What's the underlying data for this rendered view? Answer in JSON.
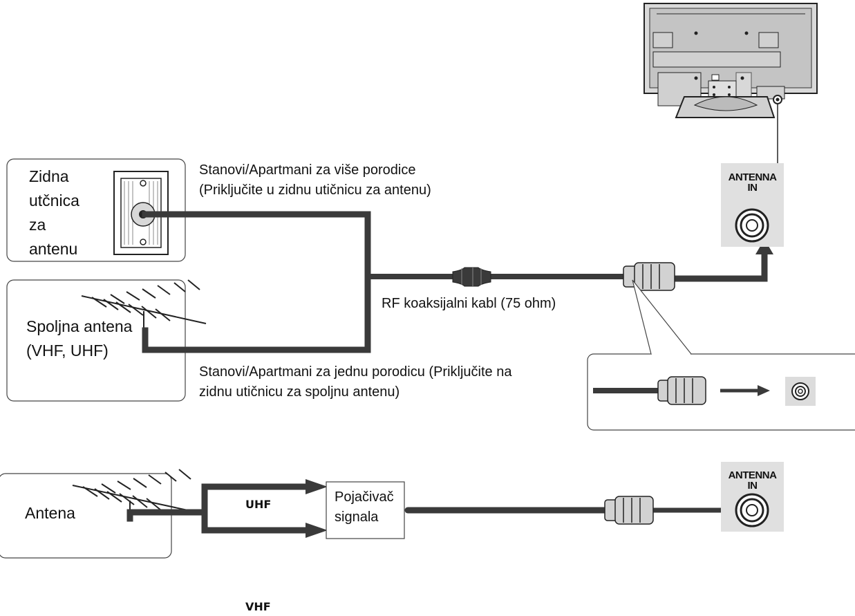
{
  "wall_outlet_label": [
    "Zidna",
    "utčnica",
    "za",
    "antenu"
  ],
  "outdoor_antenna_label": [
    "Spoljna antena",
    "(VHF, UHF)"
  ],
  "apartments_label": [
    "Stanovi/Apartmani za više porodice",
    "(Priključite u zidnu utičnicu za antenu)"
  ],
  "cable_label": "RF koaksijalni kabl (75 ohm)",
  "single_family_label": [
    "Stanovi/Apartmani za jednu porodicu (Priključite na",
    "zidnu utičnicu za spoljnu antenu)"
  ],
  "antenna_in_top": [
    "ANTENNA",
    "IN"
  ],
  "antenna_label": "Antena",
  "uhf_label": "UHF",
  "vhf_label": "VHF",
  "amplifier_label": [
    "Pojačivač",
    "signala"
  ],
  "antenna_in_bottom": [
    "ANTENNA",
    "IN"
  ]
}
